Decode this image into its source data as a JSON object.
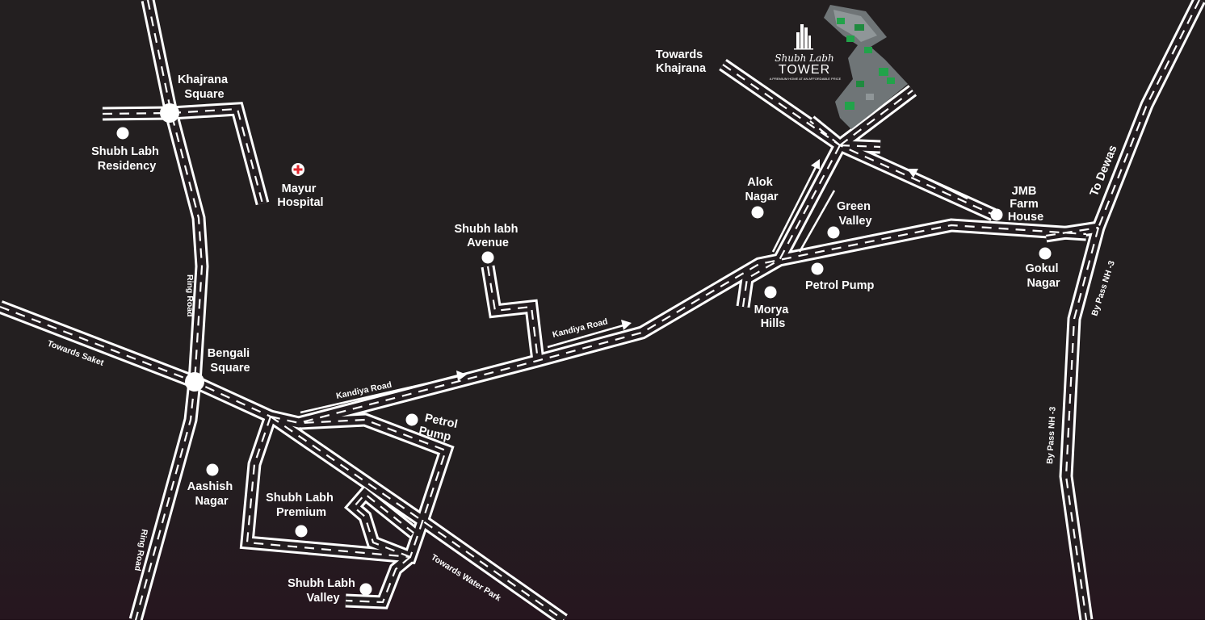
{
  "colors": {
    "background_top": "#231f20",
    "background_bottom": "#26161f",
    "road": "#ffffff",
    "hospital_cross": "#e0262d",
    "building_green": "#22a34a"
  },
  "logo": {
    "brand": "Shubh Labh",
    "name": "TOWER",
    "tagline": "A PREMIUM HOME AT AN AFFORDABLE PRICE"
  },
  "places": {
    "khajrana_square": [
      "Khajrana",
      "Square"
    ],
    "shubh_labh_residency": [
      "Shubh Labh",
      "Residency"
    ],
    "mayur_hospital": [
      "Mayur",
      "Hospital"
    ],
    "bengali_square": [
      "Bengali",
      "Square"
    ],
    "shubh_labh_avenue": [
      "Shubh labh",
      "Avenue"
    ],
    "towards_khajrana": [
      "Towards",
      "Khajrana"
    ],
    "alok_nagar": [
      "Alok",
      "Nagar"
    ],
    "green_valley": [
      "Green",
      "Valley"
    ],
    "jmb_farm_house": [
      "JMB",
      "Farm",
      "House"
    ],
    "petrol_pump_east": "Petrol Pump",
    "morya_hills": [
      "Morya",
      "Hills"
    ],
    "gokul_nagar": [
      "Gokul",
      "Nagar"
    ],
    "petrol_pump_west": [
      "Petrol",
      "Pump"
    ],
    "aashish_nagar": [
      "Aashish",
      "Nagar"
    ],
    "shubh_labh_premium": [
      "Shubh Labh",
      "Premium"
    ],
    "shubh_labh_valley": [
      "Shubh Labh",
      "Valley"
    ]
  },
  "road_labels": {
    "ring_road_upper": "Ring Road",
    "ring_road_lower": "Ring Road",
    "towards_saket": "Towards Saket",
    "kandiya_road_west": "Kandiya Road",
    "kandiya_road_east": "Kandiya Road",
    "towards_water_park": "Towards Water Park",
    "to_dewas": "To Dewas",
    "bypass_upper": "By Pass NH -3",
    "bypass_lower": "By Pass NH -3"
  }
}
